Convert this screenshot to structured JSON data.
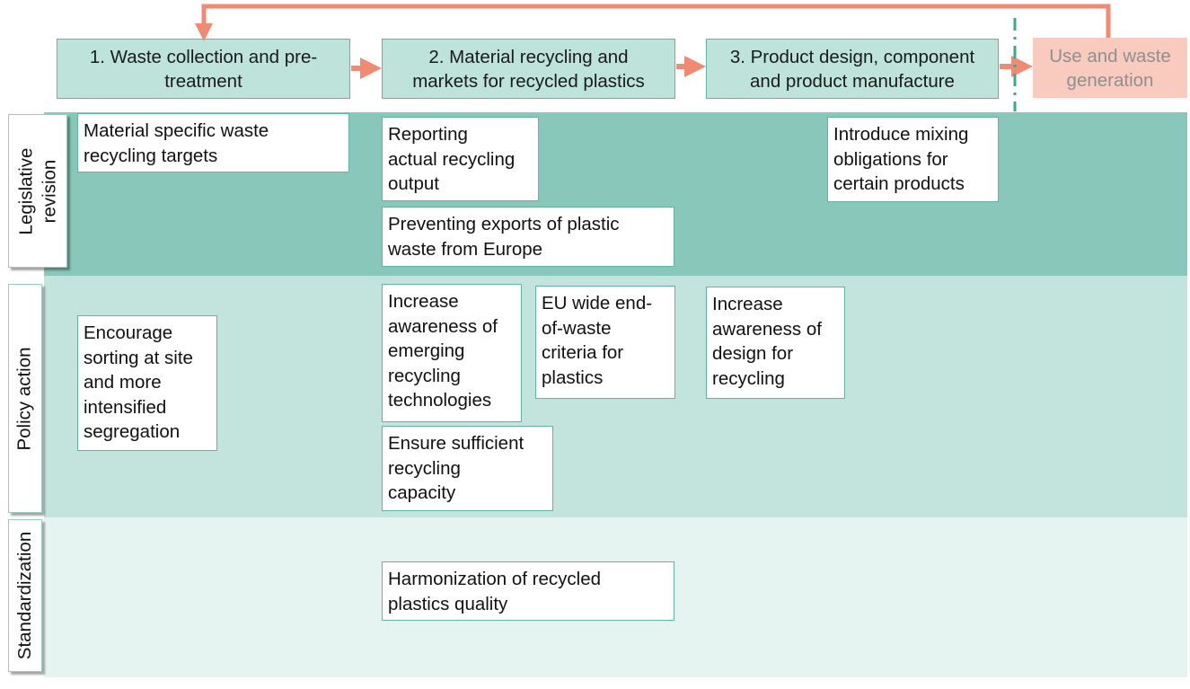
{
  "stages": {
    "s1": "1. Waste collection and pre-\ntreatment",
    "s2": "2. Material recycling and\nmarkets for recycled plastics",
    "s3": "3. Product design, component\nand product manufacture",
    "s4": "Use and waste\ngeneration"
  },
  "rows": {
    "legislative": "Legislative\nrevision",
    "policy": "Policy action",
    "standardization": "Standardization"
  },
  "legislative_items": {
    "waste_targets": "Material specific waste\nrecycling targets",
    "reporting": "Reporting\nactual recycling\noutput",
    "exports": "Preventing exports of plastic\nwaste from Europe",
    "mixing": "Introduce mixing\nobligations for\ncertain products"
  },
  "policy_items": {
    "sorting": "Encourage\nsorting at site\nand more\nintensified\nsegregation",
    "awareness_tech": "Increase\nawareness of\nemerging\nrecycling\ntechnologies",
    "end_of_waste": "EU wide end-\nof-waste\ncriteria for\nplastics",
    "awareness_design": "Increase\nawareness of\ndesign for\nrecycling",
    "capacity": "Ensure sufficient\nrecycling\ncapacity"
  },
  "standardization_items": {
    "harmonization": "Harmonization of recycled\nplastics quality"
  },
  "colors": {
    "arrow": "#f08a73",
    "stage_fill": "#bde3da",
    "stage_border": "#62b3a1",
    "legislative_band": "#88c7ba",
    "policy_band": "#c2e4dd",
    "standardization_band": "#e6f4f1",
    "end_stage_fill": "#f9cbbf",
    "divider": "#3aa88e"
  }
}
